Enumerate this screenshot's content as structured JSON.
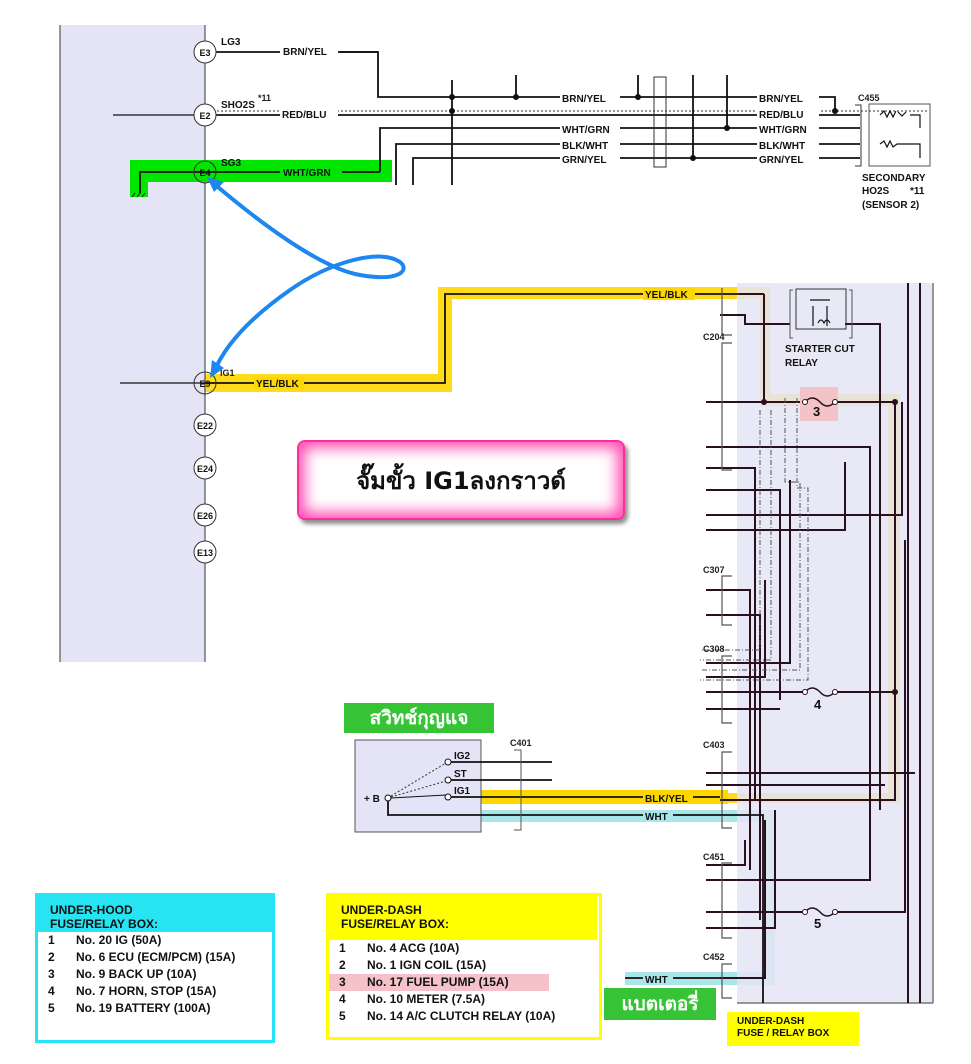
{
  "ecm": {
    "pins": [
      {
        "id": "E3",
        "signal": "LG3",
        "wire": "BRN/YEL"
      },
      {
        "id": "E2",
        "signal": "SHO2S",
        "note": "*11",
        "wire": "RED/BLU"
      },
      {
        "id": "E4",
        "signal": "SG3",
        "wire": "WHT/GRN",
        "highlight": "#00e600"
      },
      {
        "id": "E9",
        "signal": "IG1",
        "wire": "YEL/BLK",
        "highlight": "#ffd700"
      },
      {
        "id": "E22"
      },
      {
        "id": "E24"
      },
      {
        "id": "E26"
      },
      {
        "id": "E13"
      }
    ]
  },
  "sensor_harness": {
    "left_labels": [
      "BRN/YEL",
      "WHT/GRN",
      "BLK/WHT",
      "GRN/YEL"
    ],
    "right_labels": [
      "BRN/YEL",
      "RED/BLU",
      "WHT/GRN",
      "BLK/WHT",
      "GRN/YEL"
    ],
    "connector": "C455",
    "sensor_name": [
      "SECONDARY",
      "HO2S",
      "*11",
      "(SENSOR 2)"
    ]
  },
  "ig_wire": {
    "top_label": "YEL/BLK",
    "ecm_label": "YEL/BLK"
  },
  "fuse_box": {
    "connectors": [
      "C204",
      "C307",
      "C308",
      "C403",
      "C451",
      "C452"
    ],
    "relay_label": [
      "STARTER CUT",
      "RELAY"
    ],
    "fuses": [
      "3",
      "4",
      "5"
    ],
    "highlight_fuse": "3",
    "title": [
      "UNDER-DASH",
      "FUSE / RELAY BOX"
    ]
  },
  "ignition_switch": {
    "title": "สวิทช์กุญแจ",
    "terminals": [
      "IG2",
      "ST",
      "IG1"
    ],
    "supply": "+ B",
    "connector": "C401",
    "wires": [
      "BLK/YEL",
      "WHT"
    ]
  },
  "battery": {
    "title": "แบตเตอรี่",
    "wire": "WHT"
  },
  "callout": {
    "text": "จั๊มขั้ว IG1ลงกราวด์"
  },
  "legend_hood": {
    "title": [
      "UNDER-HOOD",
      "FUSE/RELAY BOX:"
    ],
    "items": [
      {
        "n": "1",
        "text": "No. 20 IG (50A)"
      },
      {
        "n": "2",
        "text": "No. 6 ECU (ECM/PCM) (15A)"
      },
      {
        "n": "3",
        "text": "No. 9 BACK UP (10A)"
      },
      {
        "n": "4",
        "text": "No. 7 HORN, STOP (15A)"
      },
      {
        "n": "5",
        "text": "No. 19 BATTERY (100A)"
      }
    ]
  },
  "legend_dash": {
    "title": [
      "UNDER-DASH",
      "FUSE/RELAY BOX:"
    ],
    "items": [
      {
        "n": "1",
        "text": "No. 4 ACG (10A)"
      },
      {
        "n": "2",
        "text": "No. 1 IGN COIL (15A)"
      },
      {
        "n": "3",
        "text": "No. 17 FUEL PUMP (15A)",
        "highlight": true
      },
      {
        "n": "4",
        "text": "No. 10 METER (7.5A)"
      },
      {
        "n": "5",
        "text": "No. 14 A/C CLUTCH RELAY (10A)"
      }
    ]
  },
  "colors": {
    "ecm_fill": "#e4e4f6",
    "green_highlight": "#00e600",
    "yellow_highlight": "#ffd700",
    "cyan_highlight": "#a8e6ea",
    "arrow": "#1e86f0",
    "fuse_highlight": "#f2c4c8"
  }
}
